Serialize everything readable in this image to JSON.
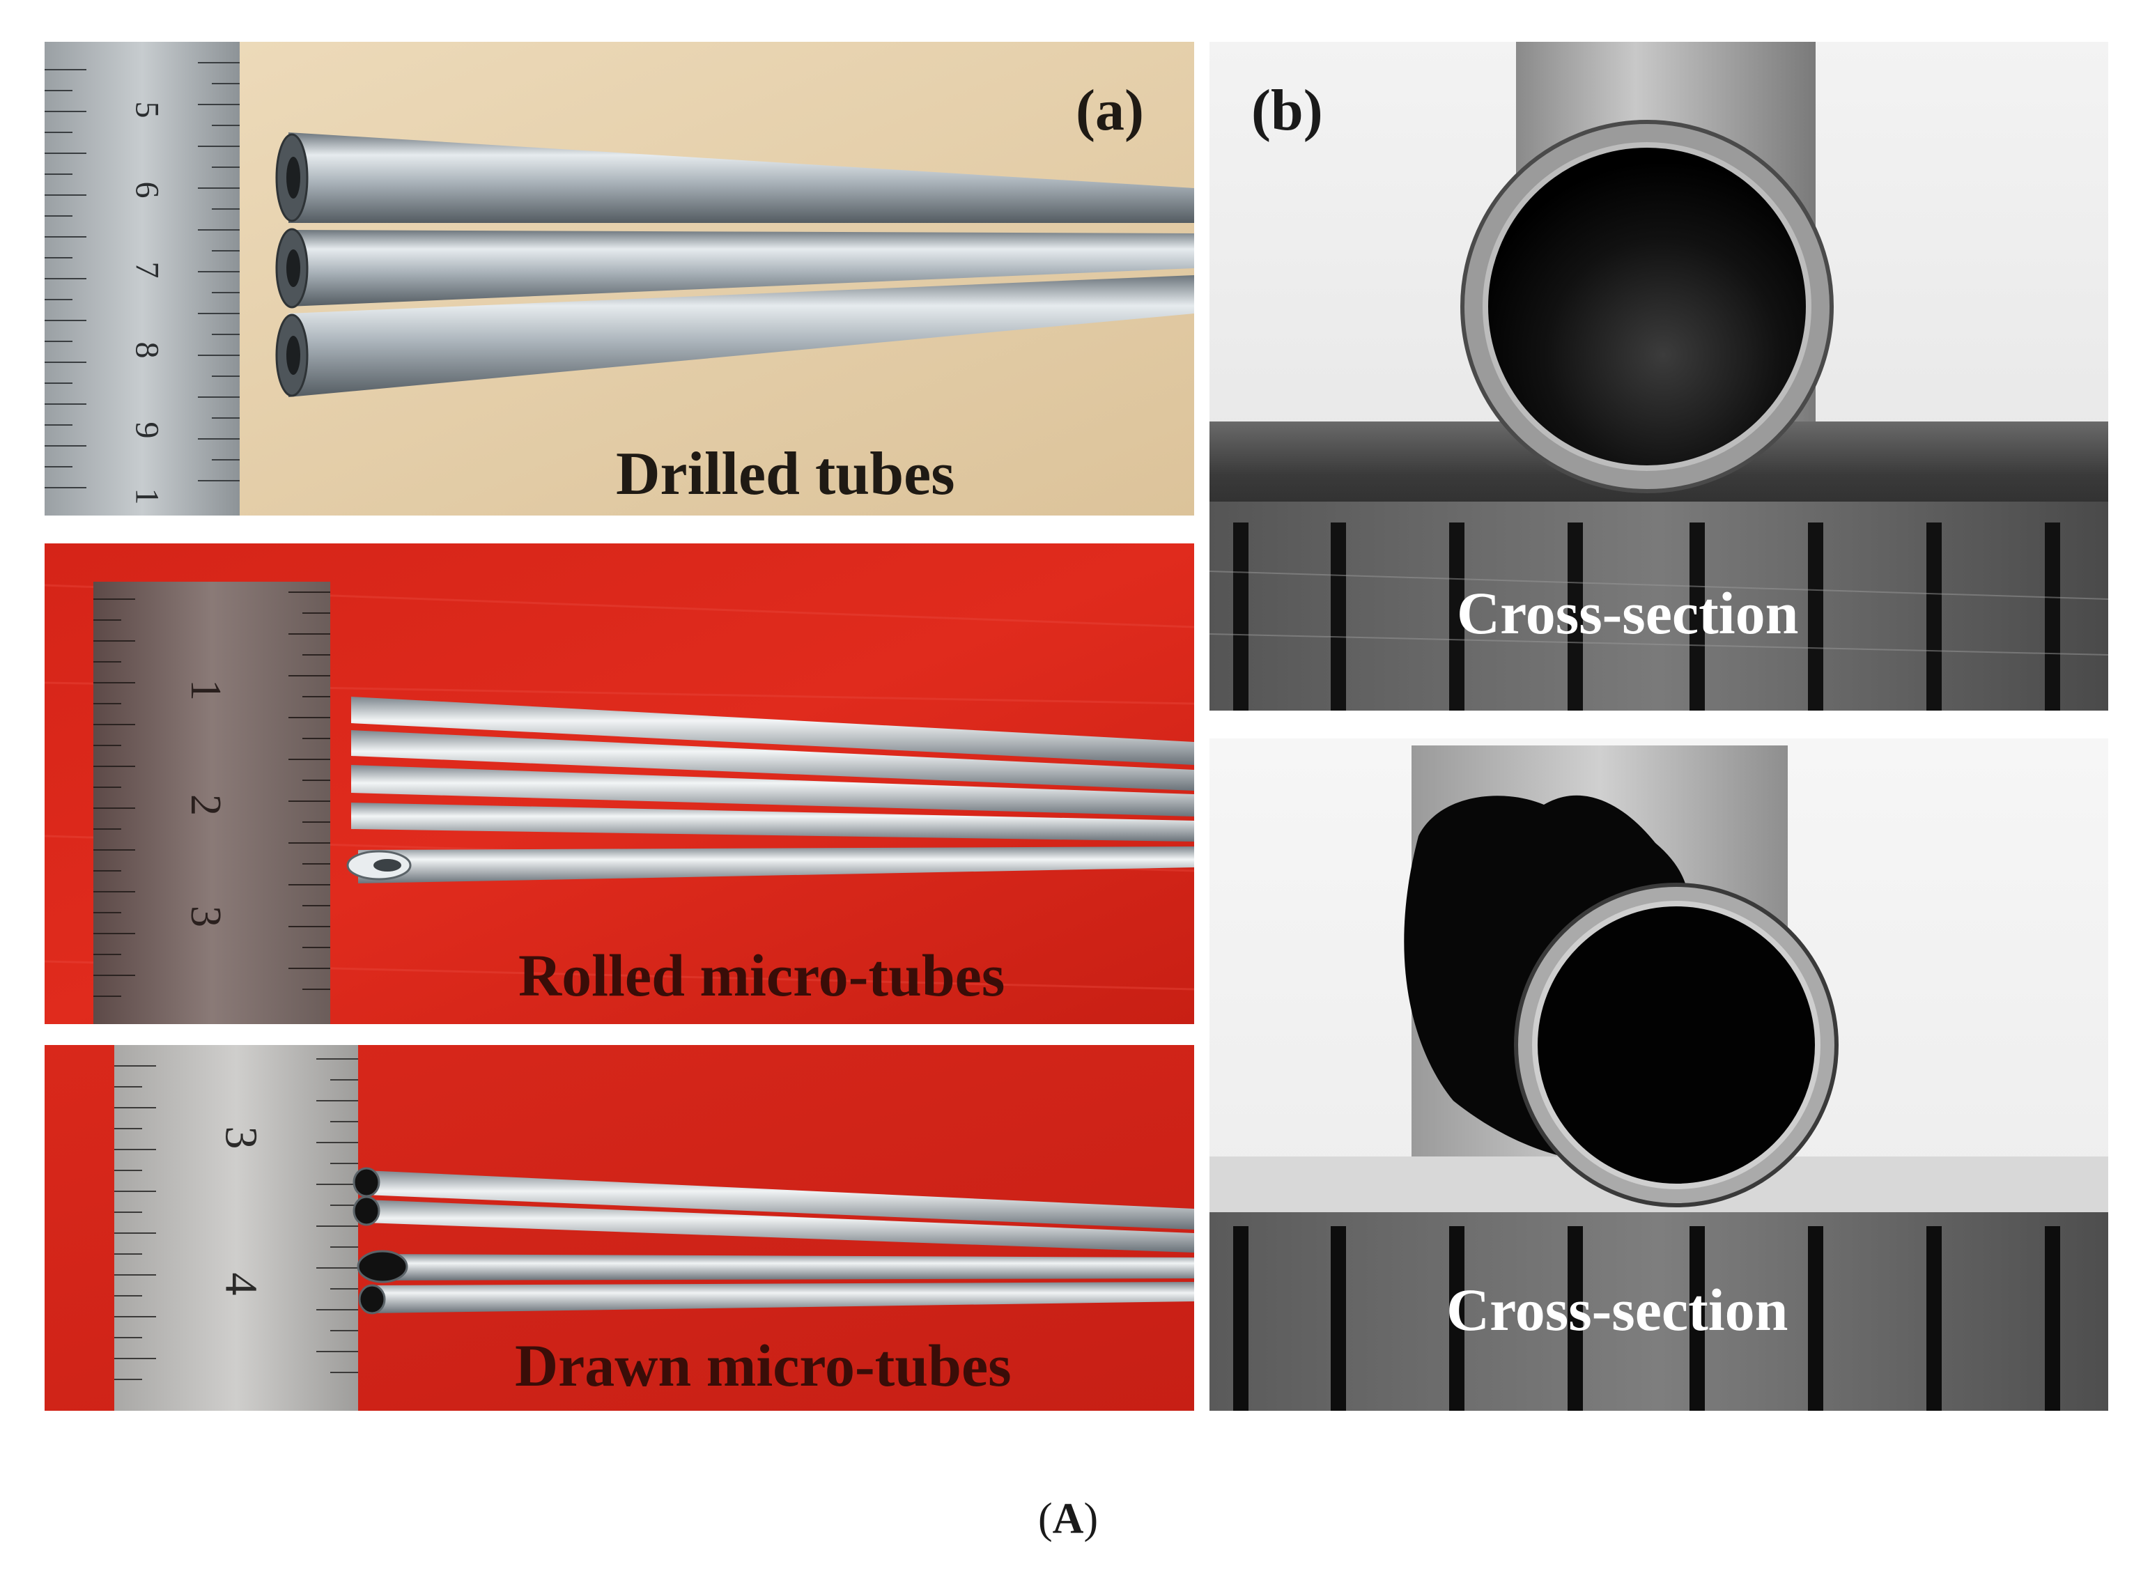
{
  "figure": {
    "label": "(A)",
    "label_letter": "A"
  },
  "panel_a": {
    "tag": "(a)",
    "drilled_caption": "Drilled tubes",
    "rolled_caption": "Rolled micro-tubes",
    "drawn_caption": "Drawn micro-tubes",
    "ruler1_numbers": [
      "5",
      "6",
      "7",
      "8",
      "9",
      "1"
    ],
    "ruler2_numbers": [
      "1",
      "2",
      "3"
    ],
    "ruler3_numbers": [
      "3",
      "4"
    ]
  },
  "panel_b": {
    "tag": "(b)",
    "top_caption": "Cross-section",
    "bottom_caption": "Cross-section"
  },
  "colors": {
    "red_background": "#d8261a",
    "wood_background": "#e7d2ae",
    "steel": "#b9c1c7"
  }
}
